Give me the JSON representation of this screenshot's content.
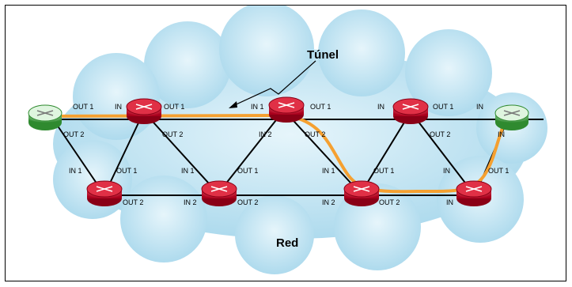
{
  "diagram": {
    "cloud_label": "Red",
    "tunnel_label": "Túnel",
    "nodes": [
      {
        "id": "edge-left",
        "kind": "edge"
      },
      {
        "id": "top-1",
        "kind": "core"
      },
      {
        "id": "top-2",
        "kind": "core"
      },
      {
        "id": "top-3",
        "kind": "core"
      },
      {
        "id": "edge-right",
        "kind": "edge"
      },
      {
        "id": "bottom-1",
        "kind": "core"
      },
      {
        "id": "bottom-2",
        "kind": "core"
      },
      {
        "id": "bottom-3",
        "kind": "core"
      },
      {
        "id": "bottom-4",
        "kind": "core"
      }
    ],
    "port_labels": [
      "OUT 1",
      "IN",
      "OUT 1",
      "IN 1",
      "OUT 1",
      "IN",
      "OUT 1",
      "IN",
      "OUT 2",
      "OUT 2",
      "IN 2",
      "OUT 2",
      "OUT 2",
      "IN",
      "IN 1",
      "OUT 1",
      "IN 1",
      "OUT 1",
      "IN 1",
      "OUT 1",
      "IN",
      "OUT 1",
      "OUT 2",
      "IN 2",
      "OUT 2",
      "IN 2",
      "OUT 2",
      "IN"
    ],
    "colors": {
      "cloud": "#bfe3f2",
      "core_router": "#c8102e",
      "edge_router": "#3c9a3c",
      "link": "#000000",
      "tunnel": "#f5a030"
    }
  }
}
